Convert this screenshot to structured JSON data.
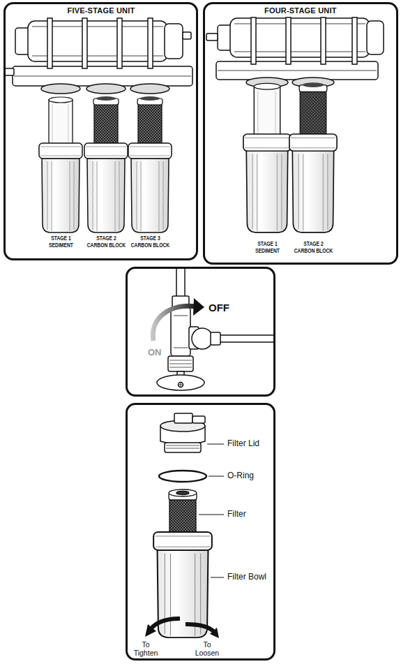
{
  "diagram": {
    "nodes": [
      {
        "text": [
          "FIVE-STAGE UNIT",
          "STAGE 1 SEDIMENT",
          "STAGE 2 CARBON BLOCK",
          "STAGE 3 CARBON BLOCK"
        ]
      },
      {
        "text": [
          "FOUR-STAGE UNIT",
          "STAGE 1 SEDIMENT",
          "STAGE 2 CARBON BLOCK"
        ]
      },
      {
        "text": [
          "OFF",
          "ON"
        ]
      },
      {
        "text": [
          "Filter Lid",
          "O-Ring",
          "Filter",
          "Filter Bowl",
          "To Tighten",
          "To Loosen"
        ]
      }
    ]
  }
}
